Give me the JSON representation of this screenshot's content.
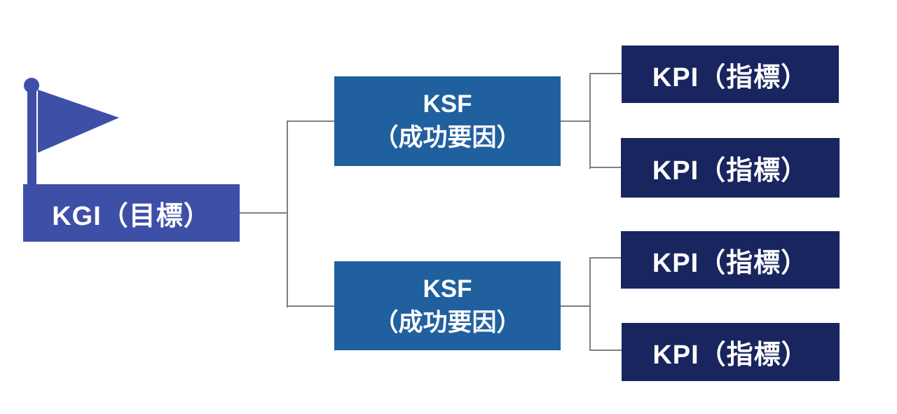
{
  "diagram": {
    "kgi": {
      "label": "KGI（目標）"
    },
    "ksf_nodes": [
      {
        "line1": "KSF",
        "line2": "（成功要因）"
      },
      {
        "line1": "KSF",
        "line2": "（成功要因）"
      }
    ],
    "kpi_nodes": [
      {
        "label": "KPI（指標）"
      },
      {
        "label": "KPI（指標）"
      },
      {
        "label": "KPI（指標）"
      },
      {
        "label": "KPI（指標）"
      }
    ]
  },
  "icons": {
    "flag": "pennant-flag-icon"
  },
  "colors": {
    "background": "#ffffff",
    "kgi_box": "#3e4fa7",
    "ksf_box": "#21609e",
    "kpi_box": "#18255e",
    "flag": "#3e4fa7",
    "connector": "#808080",
    "node_text": "#ffffff"
  }
}
